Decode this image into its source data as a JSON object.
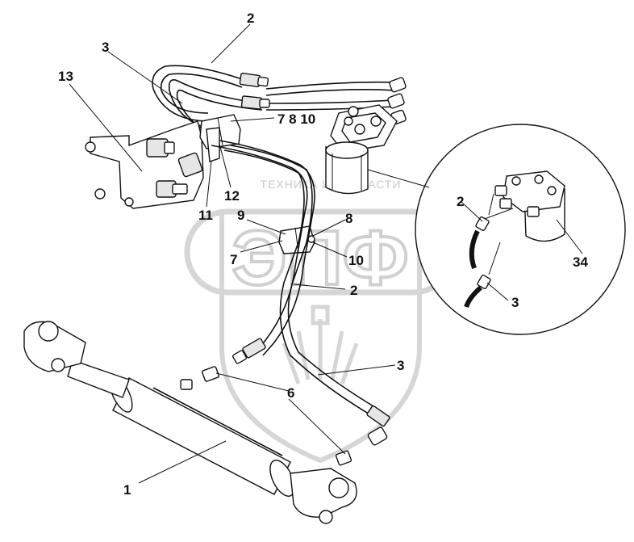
{
  "watermark": {
    "brand": "ЭПФ",
    "caption": "ТЕХНИКА И ЗАПЧАСТИ"
  },
  "callouts": {
    "c1": "1",
    "c2_top": "2",
    "c2_mid": "2",
    "c2_inset": "2",
    "c3_top": "3",
    "c3_right": "3",
    "c3_inset": "3",
    "c6": "6",
    "c7810_top": "7 8 10",
    "c7_mid": "7",
    "c8_mid": "8",
    "c9": "9",
    "c10_mid": "10",
    "c11": "11",
    "c12": "12",
    "c13": "13",
    "c34": "34"
  }
}
